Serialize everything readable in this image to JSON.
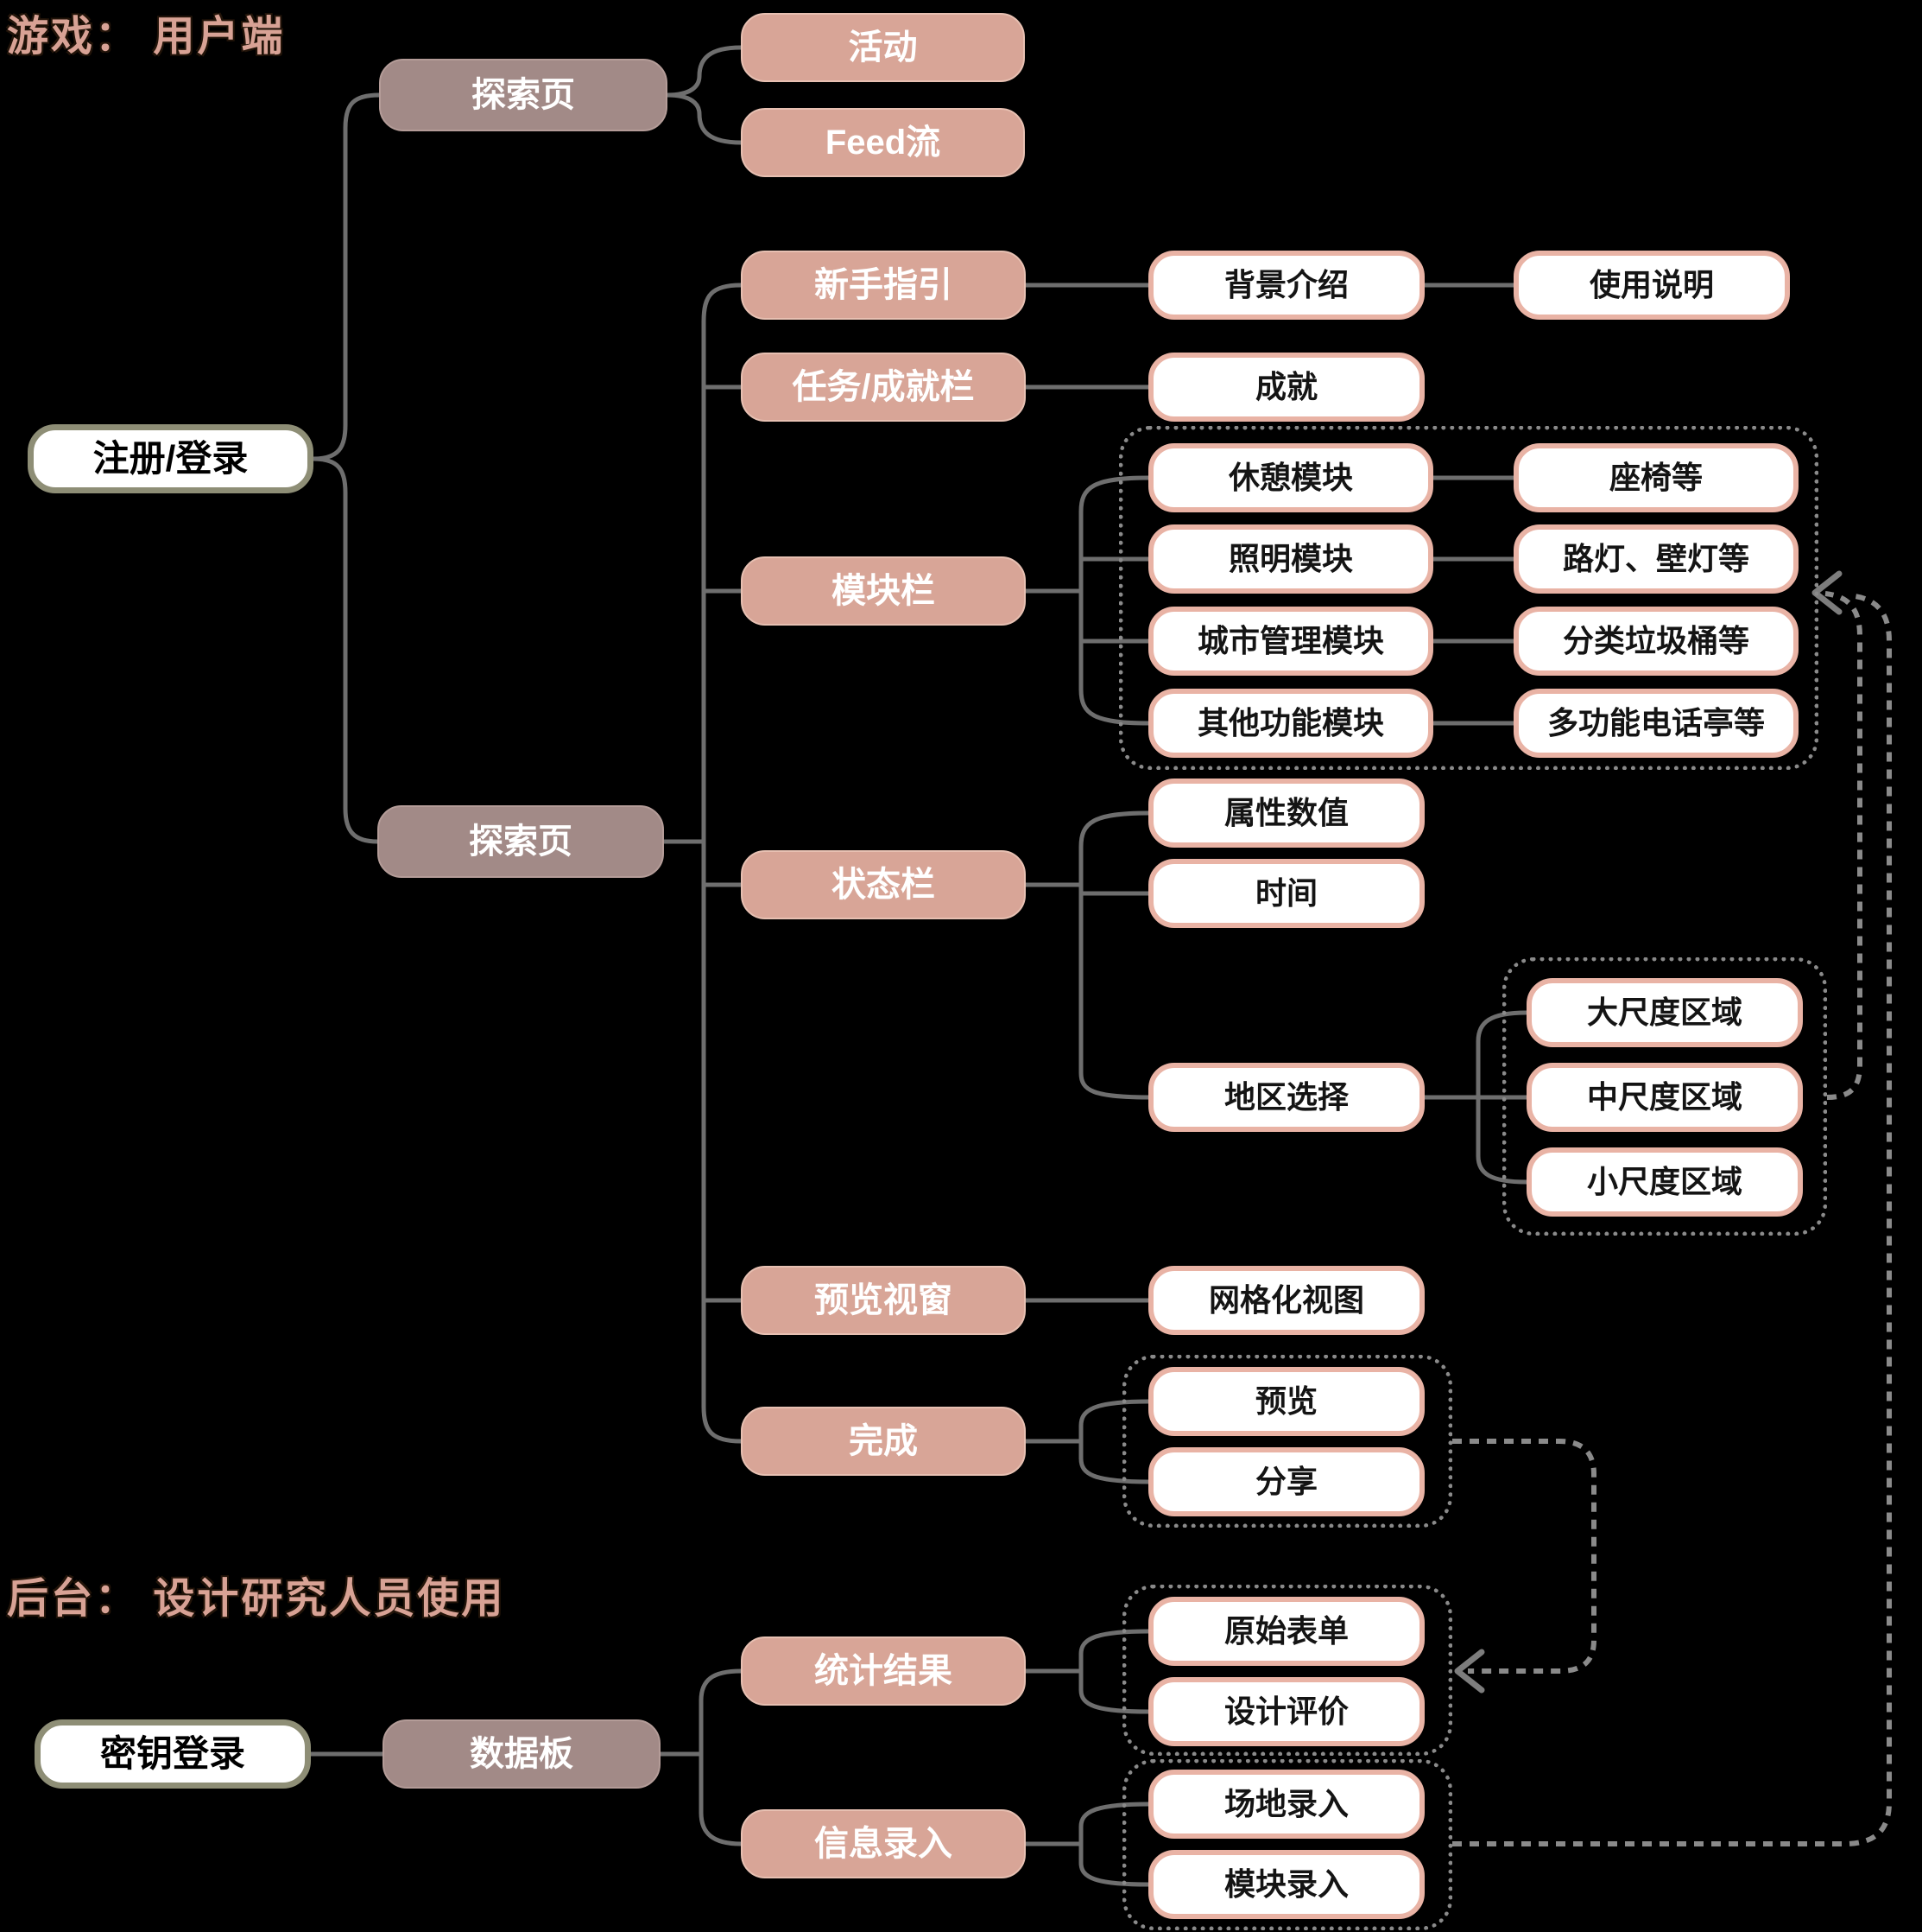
{
  "titles": {
    "game_client": "游戏： 用户端",
    "backend": "后台： 设计研究人员使用"
  },
  "colors": {
    "background": "#000000",
    "main_node_fill": "#a28a87",
    "branch_node_fill": "#d8a597",
    "leaf_node_fill": "#ffffff",
    "leaf_node_border": "#e9b3a5",
    "root_node_fill": "#ffffff",
    "root_node_border": "#8e8e76",
    "node_text_light": "#ffffff",
    "node_text_dark": "#141414",
    "connector": "#6e6e6e",
    "dashed_connector": "#8a8a8a",
    "title_text": "#d8a295"
  },
  "game": {
    "root": "注册/登录",
    "explore_top": "探索页",
    "activity": "活动",
    "feed": "Feed流",
    "explore": "探索页",
    "beginner_guide": "新手指引",
    "background_intro": "背景介绍",
    "usage_guide": "使用说明",
    "task_bar": "任务/成就栏",
    "achievement": "成就",
    "module_bar": "模块栏",
    "rest_module": "休憩模块",
    "seats": "座椅等",
    "lighting_module": "照明模块",
    "lamps": "路灯、壁灯等",
    "city_module": "城市管理模块",
    "trash_bins": "分类垃圾桶等",
    "other_module": "其他功能模块",
    "phone_booth": "多功能电话亭等",
    "status_bar": "状态栏",
    "attributes": "属性数值",
    "time": "时间",
    "region_select": "地区选择",
    "large_area": "大尺度区域",
    "medium_area": "中尺度区域",
    "small_area": "小尺度区域",
    "preview_window": "预览视窗",
    "grid_view": "网格化视图",
    "complete": "完成",
    "preview": "预览",
    "share": "分享"
  },
  "backend_nodes": {
    "root": "密钥登录",
    "data_board": "数据板",
    "stats": "统计结果",
    "raw_form": "原始表单",
    "design_eval": "设计评价",
    "info_entry": "信息录入",
    "site_entry": "场地录入",
    "module_entry": "模块录入"
  }
}
